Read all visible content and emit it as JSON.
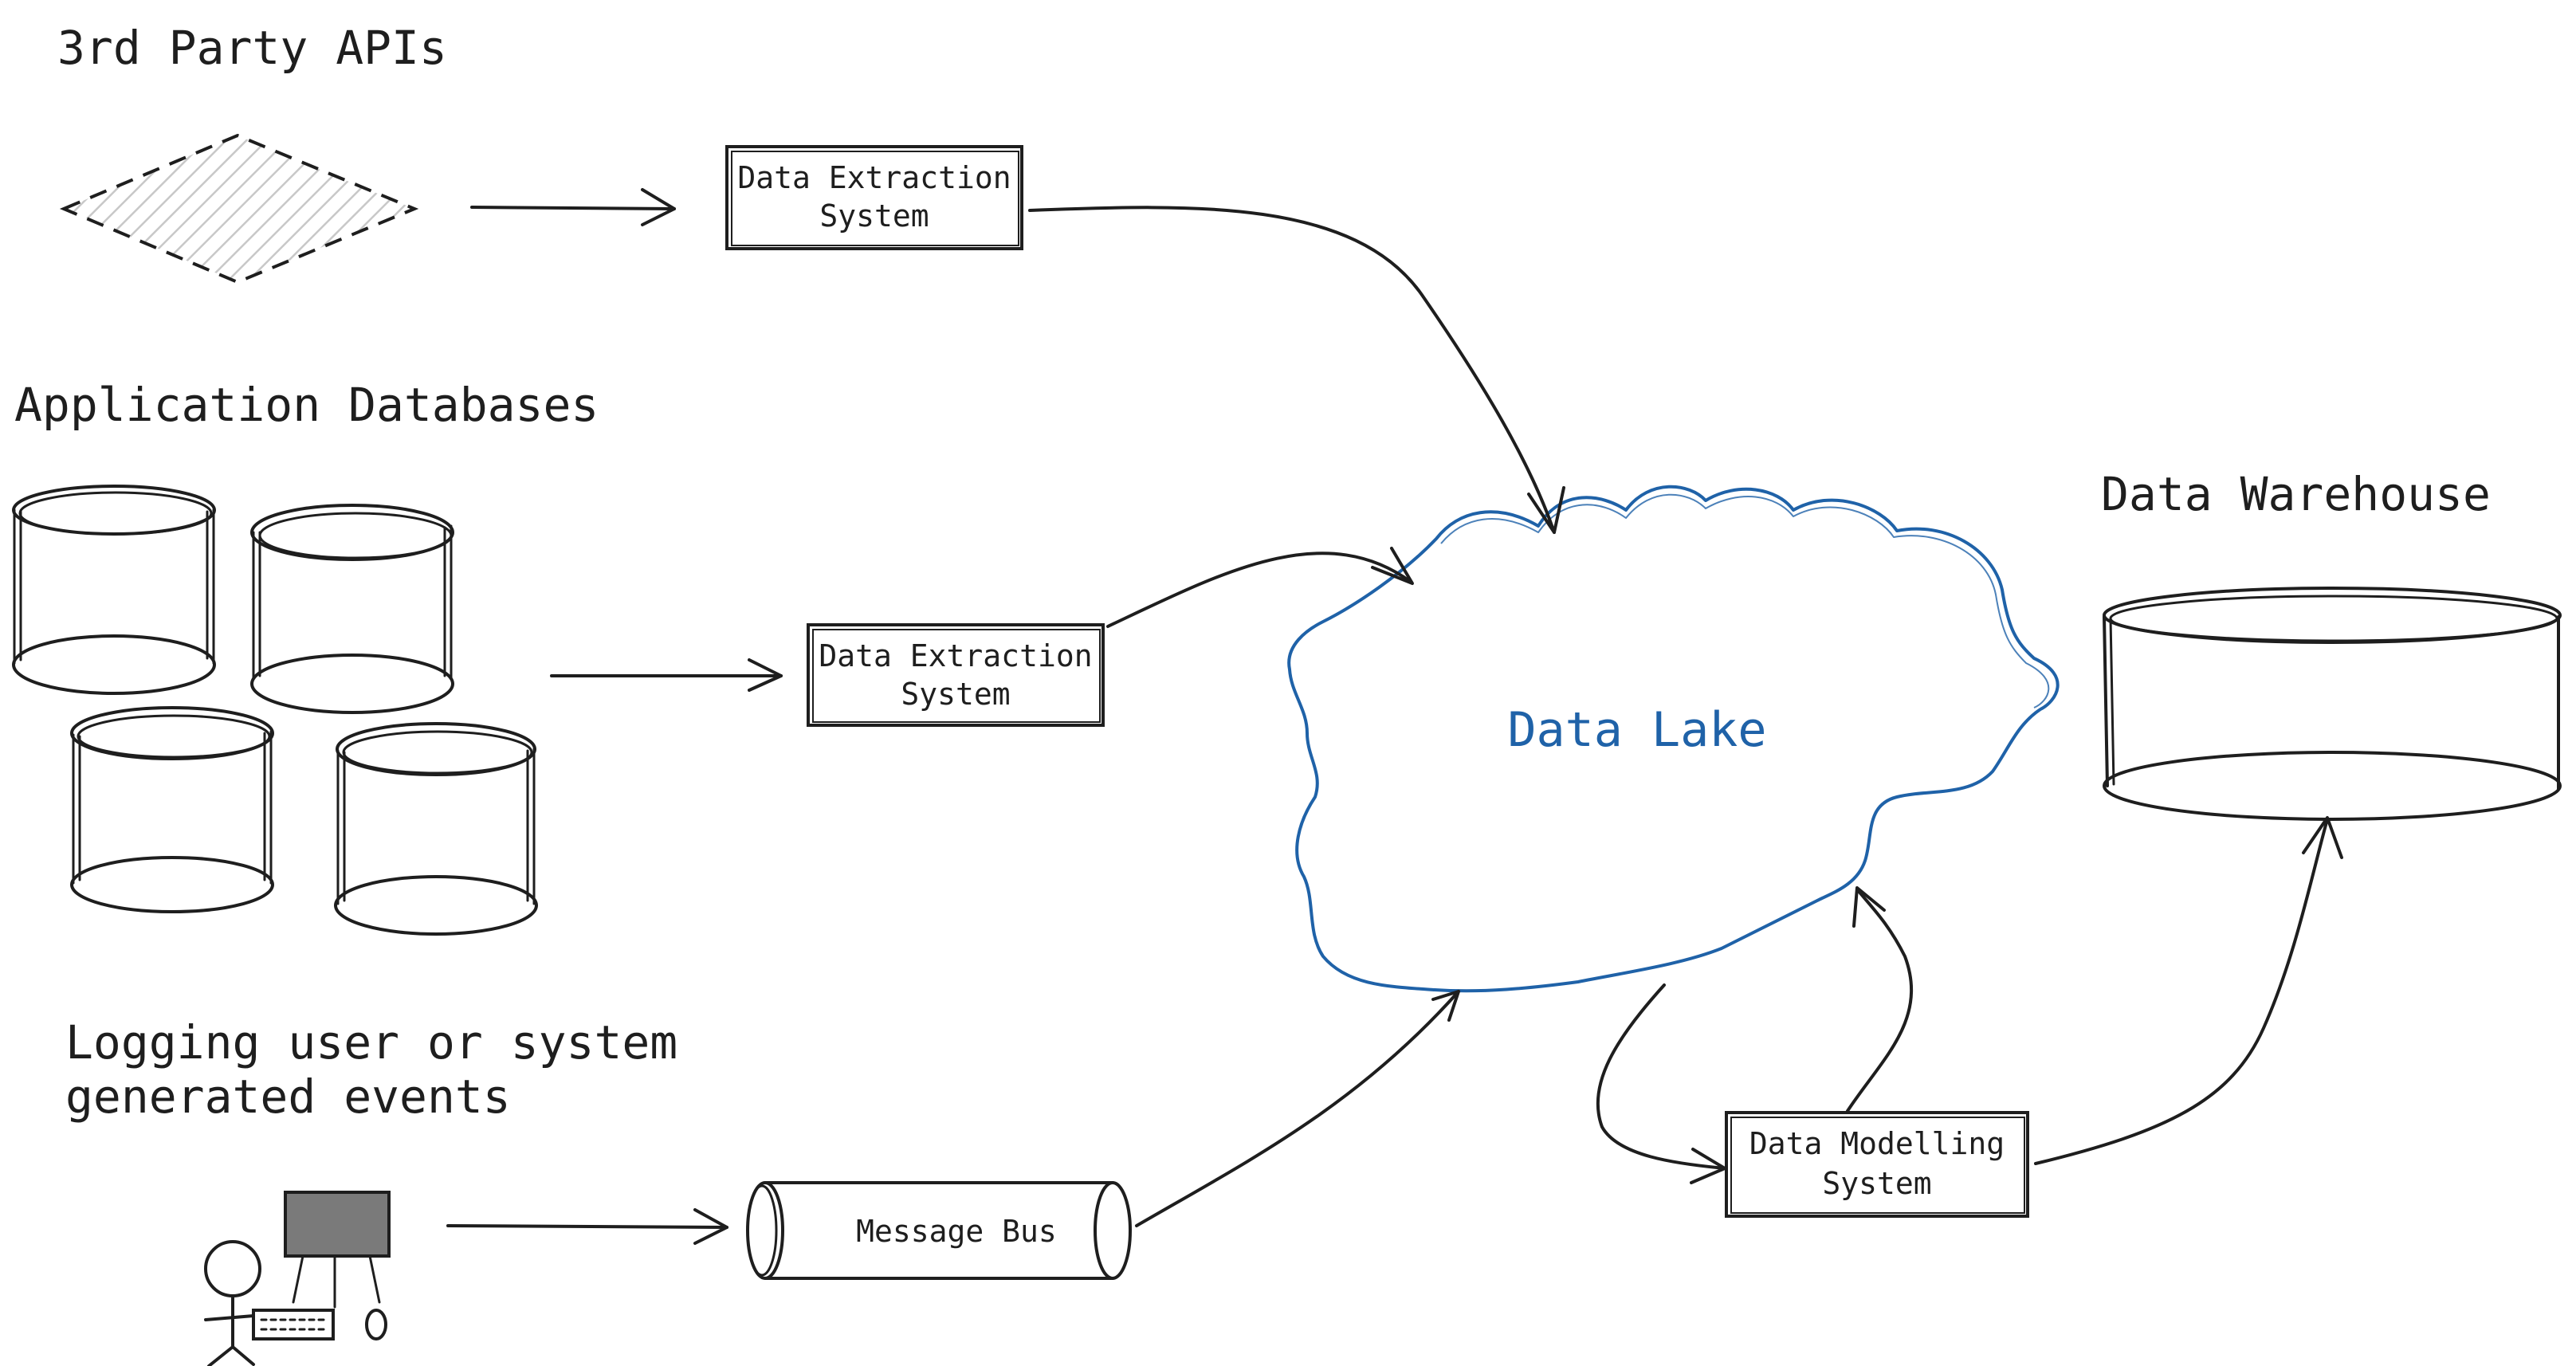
{
  "diagram": {
    "sources": {
      "third_party_apis": "3rd Party APIs",
      "application_databases": "Application Databases",
      "logging_events_line1": "Logging user or system",
      "logging_events_line2": "generated events"
    },
    "nodes": {
      "extraction_top": {
        "line1": "Data Extraction",
        "line2": "System"
      },
      "extraction_mid": {
        "line1": "Data Extraction",
        "line2": "System"
      },
      "message_bus": "Message Bus",
      "data_lake": "Data Lake",
      "data_warehouse": "Data Warehouse",
      "data_modelling": {
        "line1": "Data Modelling",
        "line2": "System"
      }
    },
    "colors": {
      "ink": "#1e1e1e",
      "lake": "#1f62a8"
    },
    "icons": [
      "api-diamond-icon",
      "database-cylinder-icon",
      "person-at-computer-icon",
      "cloud-icon"
    ]
  }
}
